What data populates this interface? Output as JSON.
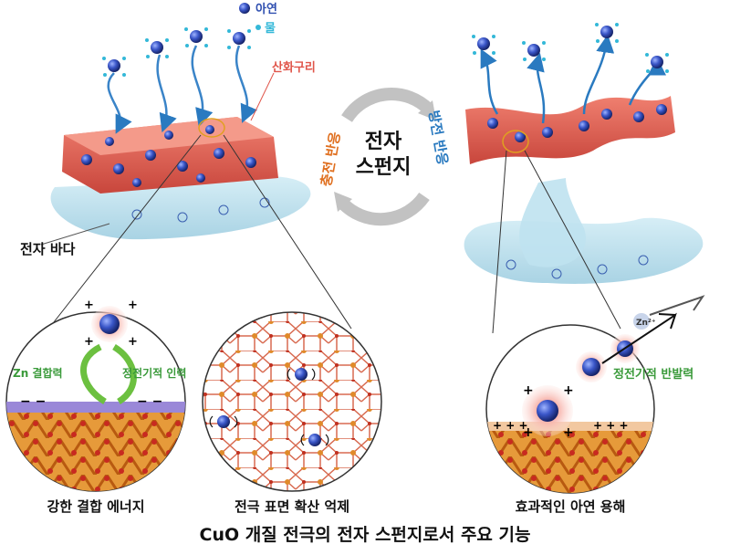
{
  "legend": {
    "zinc": "아연",
    "water": "물",
    "copper_oxide": "산화구리"
  },
  "cycle": {
    "center_line1": "전자",
    "center_line2": "스펀지",
    "charge": "충전 반응",
    "discharge": "방전 반응"
  },
  "electron_sea": "전자 바다",
  "inset_left": {
    "zn_binding": "Zn 결합력",
    "electrostatic_attraction": "정전기적 인력",
    "caption": "강한 결합 에너지"
  },
  "inset_middle": {
    "caption": "전극 표면 확산 억제"
  },
  "inset_right": {
    "repulsion": "정전기적 반발력",
    "ion": "Zn²⁺",
    "caption": "효과적인 아연 용해"
  },
  "title": "CuO 개질 전극의 전자 스펀지로서 주요 기능",
  "colors": {
    "zinc": "#2f4fb0",
    "water": "#33b8d8",
    "copper_oxide": "#e0554a",
    "charge": "#e07020",
    "discharge": "#2a7ac0",
    "force_label": "#3a9a3a",
    "arrow_gray": "#b5b5b5"
  }
}
